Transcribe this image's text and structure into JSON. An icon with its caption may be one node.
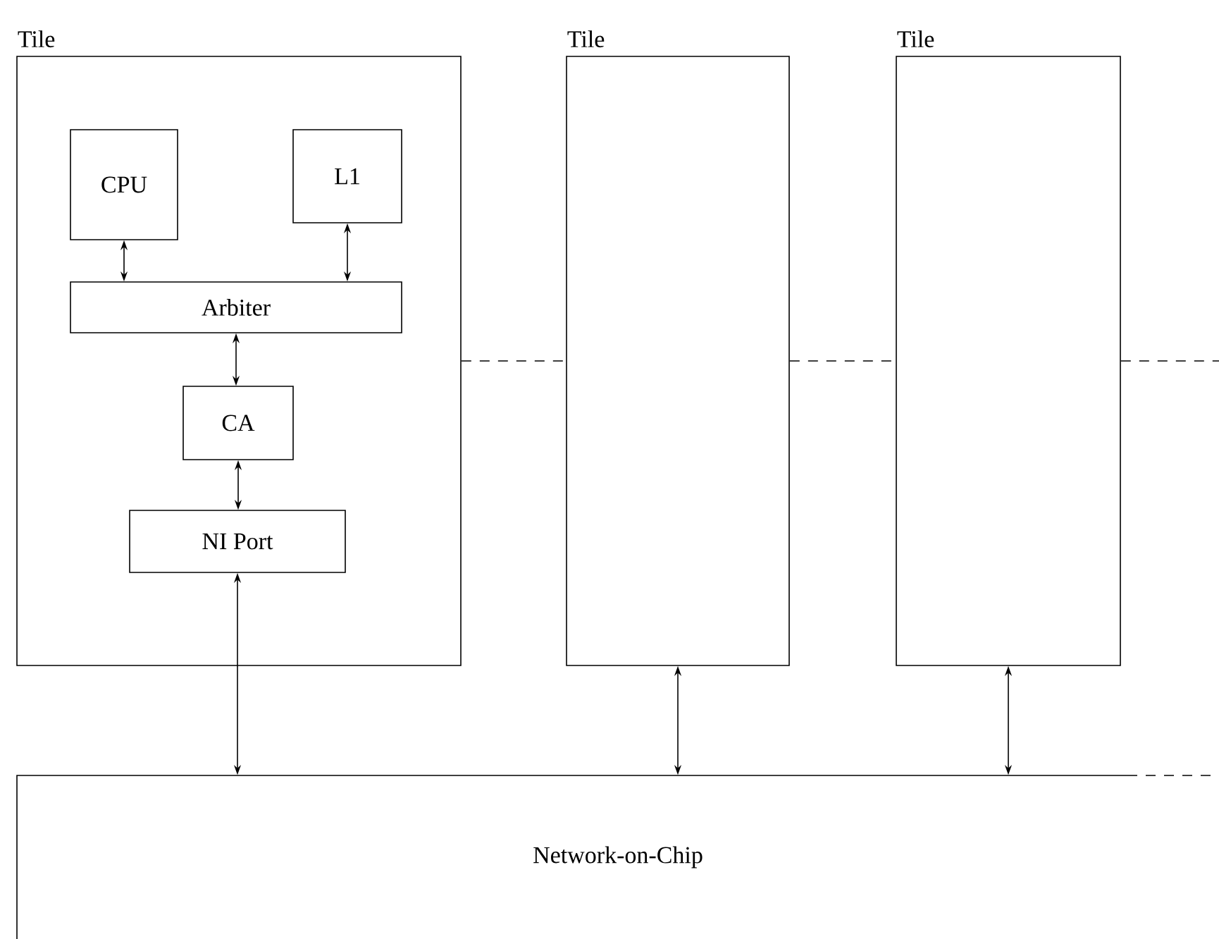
{
  "diagram": {
    "nodes": [
      {
        "text": [
          "Tile"
        ]
      },
      {
        "text": [
          "CPU"
        ],
        "in": 0
      },
      {
        "text": [
          "L1"
        ],
        "in": 0
      },
      {
        "text": [
          "Arbiter"
        ],
        "in": 0
      },
      {
        "text": [
          "CA"
        ],
        "in": 0
      },
      {
        "text": [
          "NI Port"
        ],
        "in": 0
      },
      {
        "text": [
          "Tile"
        ]
      },
      {
        "text": [
          "Tile"
        ]
      },
      {
        "text": [
          "Network-on-Chip"
        ]
      }
    ],
    "edges": [
      {
        "from": 1,
        "to": 3,
        "arrow": "both"
      },
      {
        "from": 2,
        "to": 3,
        "arrow": "both"
      },
      {
        "from": 3,
        "to": 4,
        "arrow": "both"
      },
      {
        "from": 4,
        "to": 5,
        "arrow": "both"
      },
      {
        "from": 5,
        "to": 8,
        "arrow": "both"
      },
      {
        "from": 6,
        "to": 8,
        "arrow": "both"
      },
      {
        "from": 7,
        "to": 8,
        "arrow": "both"
      },
      {
        "from": 0,
        "to": 6,
        "arrow": "none",
        "style": "dashed"
      },
      {
        "from": 6,
        "to": 7,
        "arrow": "none",
        "style": "dashed"
      },
      {
        "from": 7,
        "to": null,
        "arrow": "none",
        "style": "dashed"
      }
    ]
  }
}
